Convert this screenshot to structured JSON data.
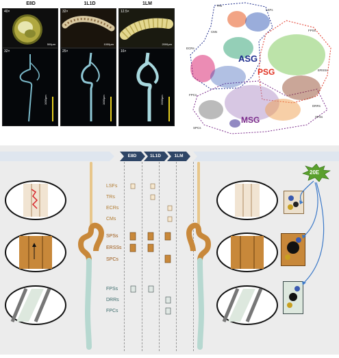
{
  "top_panel": {
    "stage_titles": [
      "E8D",
      "1L1D",
      "1LM"
    ],
    "top_photos": [
      {
        "mag": "40×",
        "scale": "500μm"
      },
      {
        "mag": "32×",
        "scale": "1000μm"
      },
      {
        "mag": "12.5×",
        "scale": "2000μm"
      }
    ],
    "bottom_photos": [
      {
        "mag": "32×",
        "scale": "1000μm"
      },
      {
        "mag": "25×",
        "scale": "1000μm"
      },
      {
        "mag": "16×",
        "scale": "2000μm"
      }
    ]
  },
  "umap": {
    "clusters": [
      "TRs",
      "LSFs",
      "CMs",
      "FPSs",
      "ECRs",
      "ERSSs",
      "FPCs",
      "DRRs",
      "SPSs",
      "SPCs"
    ],
    "regions": [
      "ASG",
      "PSG",
      "MSG"
    ],
    "colors": {
      "ASG": "#1a2a8c",
      "PSG": "#e03020",
      "MSG": "#7a2a8a"
    }
  },
  "scheme": {
    "stages": [
      "E8D",
      "1L1D",
      "1LM"
    ],
    "hormone": "20E",
    "cell_types": [
      "LSFs",
      "TRs",
      "ECRs",
      "CMs",
      "SPSs",
      "ERSSs",
      "SPCs",
      "FPSs",
      "DRRs",
      "FPCs"
    ],
    "colors": {
      "anterior": "#c8883a",
      "middle": "#b06818",
      "posterior": "#3a6a6a",
      "arrow_band": "#2e4566",
      "hormone": "#5aa02c"
    }
  }
}
